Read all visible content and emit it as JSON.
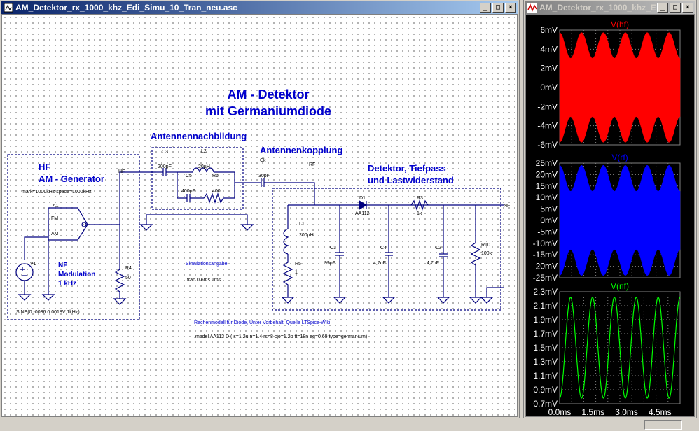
{
  "schematic_window": {
    "title": "AM_Detektor_rx_1000_khz_Edi_Simu_10_Tran_neu.asc",
    "btn_min": "_",
    "btn_max": "□",
    "btn_close": "×"
  },
  "plot_window": {
    "title": "AM_Detektor_rx_1000_khz_E",
    "btn_min": "_",
    "btn_max": "□",
    "btn_close": "×"
  },
  "schematic": {
    "title_line1": "AM - Detektor",
    "title_line2": "mit Germaniumdiode",
    "label_antennennachbildung": "Antennennachbildung",
    "label_antennenkopplung": "Antennenkopplung",
    "label_detektor_line1": "Detektor, Tiefpass",
    "label_detektor_line2": "und Lastwiderstand",
    "label_hf_line1": "HF",
    "label_hf_line2": "AM - Generator",
    "label_nf_line1": "NF",
    "label_nf_line2": "Modulation",
    "label_nf_line3": "1 kHz",
    "generator_params": "mark=1000kHz space=1000kHz",
    "sine_source": "SINE(0 -0036 0.0018V 1kHz)",
    "sim_label": "Simulationsangabe",
    "tran_cmd": ".tran 0 6ms 1ms",
    "model_note": "Rechenmodell für Diode, Unter Vorbehalt, Quelle LTSpice-Wiki",
    "model_cmd": ".model AA112 D (Is=1.2u n=1.4 rs=8 cjo=1.2p tt=18n eg=0.69 type=germanium)",
    "net_hf": "HF",
    "net_rf": "RF",
    "net_nf": "NF",
    "a1": "A1",
    "a1_fm": "FM",
    "a1_am": "AM",
    "v1": "V1",
    "r4": "R4",
    "r4_val": "50",
    "c3": "C3",
    "c3_val": "200pF",
    "l2": "L2",
    "l2_val": "20µH",
    "c5": "C5",
    "c5_val": "400pF",
    "r6": "R6",
    "r6_val": "400",
    "ck": "Ck",
    "ck_val": "30pF",
    "l1": "L1",
    "l1_val": "200µH",
    "r5": "R5",
    "r5_val": "1",
    "c1": "C1",
    "c1_val": "99pF",
    "d1": "D1",
    "d1_val": "AA112",
    "c4": "C4",
    "c4_val": "4,7nF",
    "r3": "R3",
    "r3_val": "1k",
    "c2": "C2",
    "c2_val": "4,7nF",
    "r10": "R10",
    "r10_val": "100k"
  },
  "plots": {
    "pane1": {
      "trace_name": "V(hf)",
      "color": "#ff0000",
      "yticks": [
        "6mV",
        "4mV",
        "2mV",
        "0mV",
        "-2mV",
        "-4mV",
        "-6mV"
      ]
    },
    "pane2": {
      "trace_name": "V(rf)",
      "color": "#0000ff",
      "yticks": [
        "25mV",
        "20mV",
        "15mV",
        "10mV",
        "5mV",
        "0mV",
        "-5mV",
        "-10mV",
        "-15mV",
        "-20mV",
        "-25mV"
      ]
    },
    "pane3": {
      "trace_name": "V(nf)",
      "color": "#00ff00",
      "yticks": [
        "2.3mV",
        "2.1mV",
        "1.9mV",
        "1.7mV",
        "1.5mV",
        "1.3mV",
        "1.1mV",
        "0.9mV",
        "0.7mV"
      ]
    },
    "xticks": [
      "0.0ms",
      "1.5ms",
      "3.0ms",
      "4.5ms"
    ],
    "grid_color": "#808080"
  }
}
